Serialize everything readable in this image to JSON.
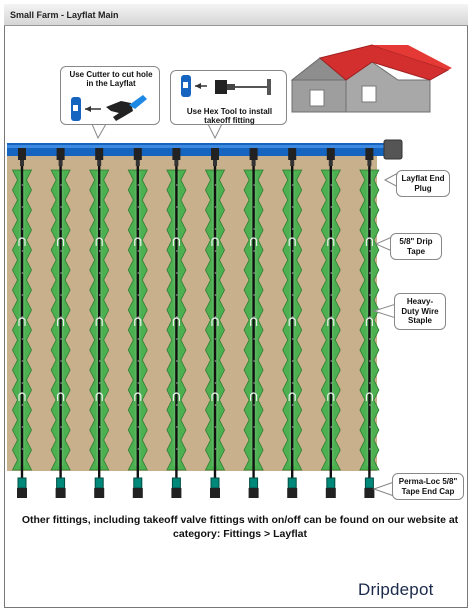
{
  "title": "Small Farm - Layflat Main",
  "callouts": {
    "cutter": "Use Cutter to cut hole in the Layflat",
    "hex_tool": "Use Hex Tool to install takeoff fitting"
  },
  "labels": {
    "end_plug": "Layflat End Plug",
    "drip_tape": "5/8\" Drip Tape",
    "staple": "Heavy-Duty Wire Staple",
    "end_cap": "Perma-Loc 5/8\" Tape End Cap"
  },
  "footer_note": "Other fittings, including takeoff valve fittings with on/off can be found on our website at category: Fittings > Layflat",
  "brand": {
    "part1": "Drip",
    "part2": "depot"
  },
  "colors": {
    "layflat": "#1565c0",
    "soil": "#c8b08c",
    "plants": "#4caf50",
    "roof": "#d32f2f",
    "house": "#9e9e9e"
  },
  "rows": 10
}
